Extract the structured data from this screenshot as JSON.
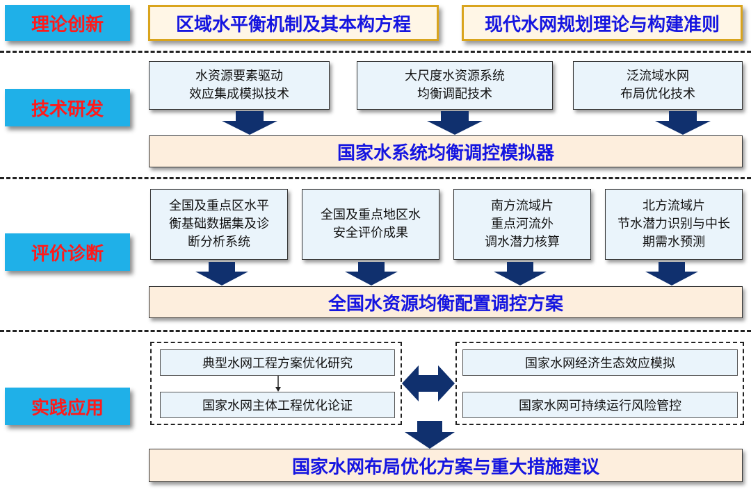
{
  "colors": {
    "label_bg": "#1fb0e8",
    "label_text": "#ff1a1a",
    "heading_text": "#1515e0",
    "arrow": "#10306e",
    "box_bg": "#eaf4fb",
    "result_bg": "#fdeedd",
    "theory_border": "#d9a41d"
  },
  "sections": {
    "theory": {
      "label": "理论创新",
      "boxes": [
        "区域水平衡机制及其本构方程",
        "现代水网规划理论与构建准则"
      ]
    },
    "tech": {
      "label": "技术研发",
      "boxes": [
        {
          "line1": "水资源要素驱动",
          "line2": "效应集成模拟技术"
        },
        {
          "line1": "大尺度水资源系统",
          "line2": "均衡调配技术"
        },
        {
          "line1": "泛流域水网",
          "line2": "布局优化技术"
        }
      ],
      "result": "国家水系统均衡调控模拟器"
    },
    "eval": {
      "label": "评价诊断",
      "boxes": [
        {
          "line1": "全国及重点区水平",
          "line2": "衡基础数据集及诊",
          "line3": "断分析系统"
        },
        {
          "line1": "全国及重点地区水",
          "line2": "安全评价成果"
        },
        {
          "line1": "南方流域片",
          "line2": "重点河流外",
          "line3": "调水潜力核算"
        },
        {
          "line1": "北方流域片",
          "line2": "节水潜力识别与中长",
          "line3": "期需水预测"
        }
      ],
      "result": "全国水资源均衡配置调控方案"
    },
    "practice": {
      "label": "实践应用",
      "left": [
        "典型水网工程方案优化研究",
        "国家水网主体工程优化论证"
      ],
      "right": [
        "国家水网经济生态效应模拟",
        "国家水网可持续运行风险管控"
      ],
      "result": "国家水网布局优化方案与重大措施建议"
    }
  }
}
